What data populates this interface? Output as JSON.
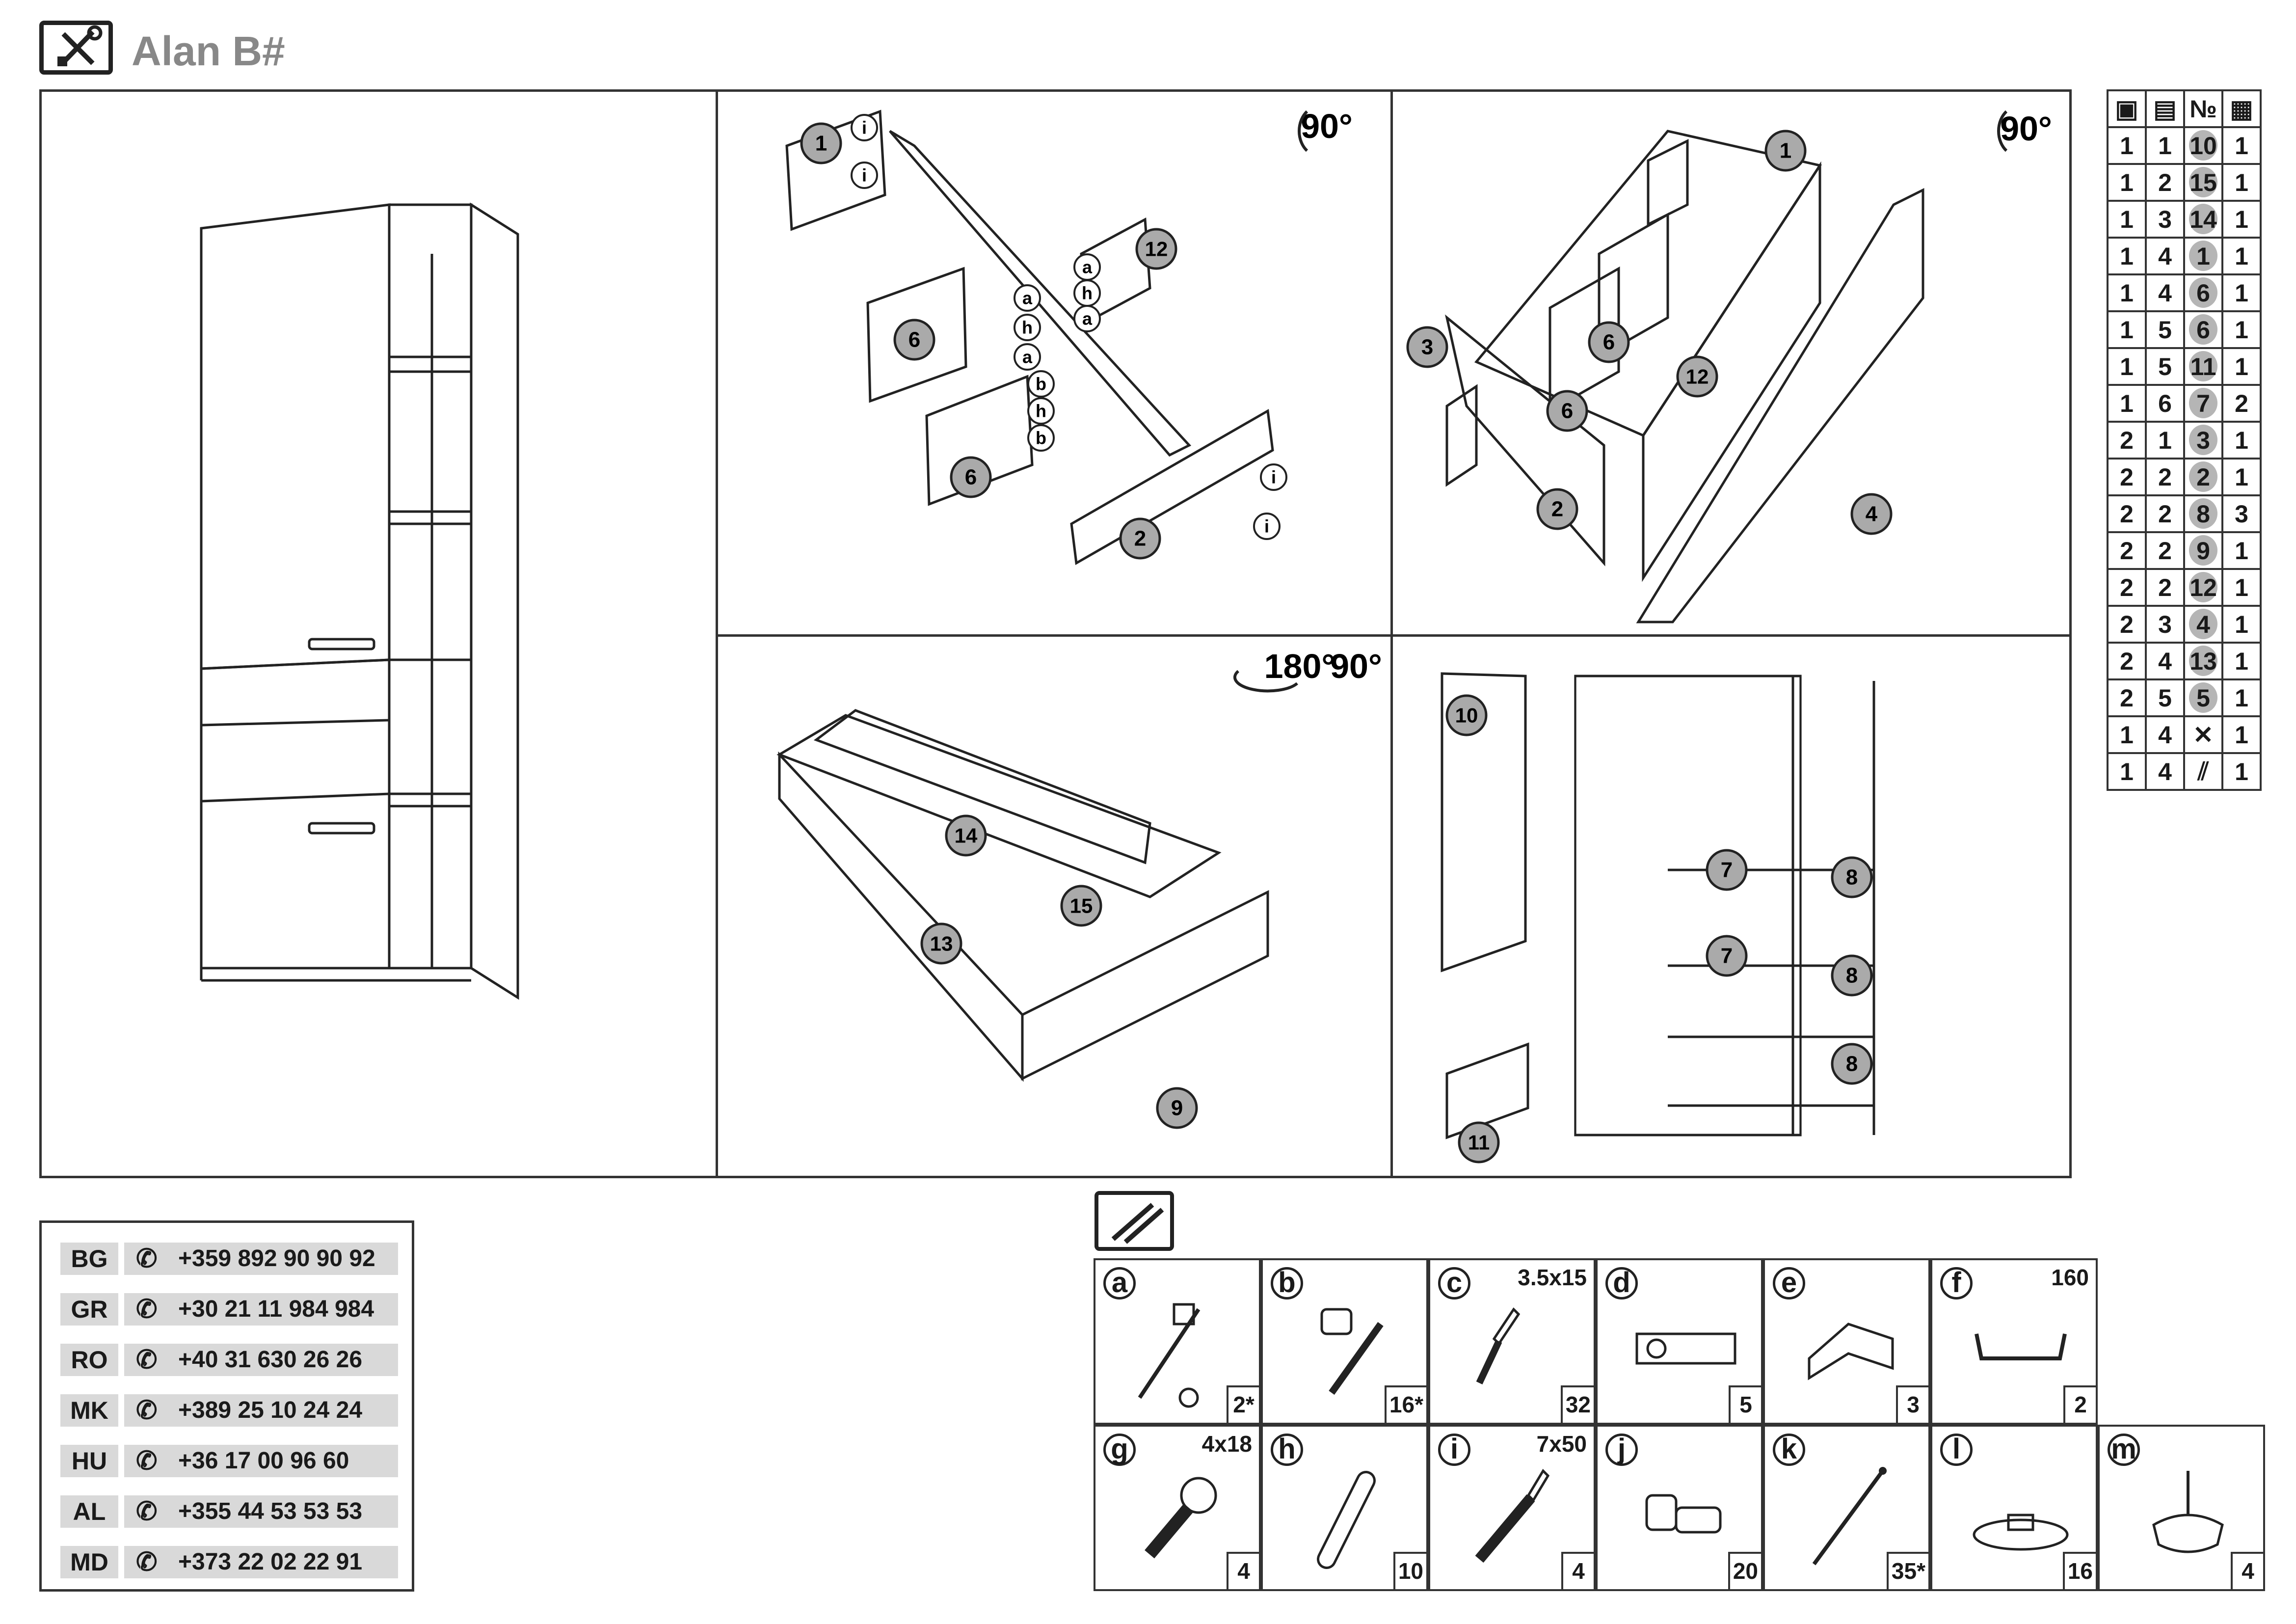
{
  "header": {
    "title": "Alan B#",
    "icon": "tools-icon"
  },
  "steps": {
    "step2": {
      "rotation": "90°"
    },
    "step3": {
      "rotation": "90°"
    },
    "step4": {
      "rotation1": "180°",
      "rotation2": "90°"
    }
  },
  "parts_table": {
    "header_icons": [
      "box-icon",
      "stack-icon",
      "number-sign",
      "grid-icon"
    ],
    "header_no": "№",
    "rows": [
      [
        "1",
        "1",
        "10",
        "1"
      ],
      [
        "1",
        "2",
        "15",
        "1"
      ],
      [
        "1",
        "3",
        "14",
        "1"
      ],
      [
        "1",
        "4",
        "1",
        "1"
      ],
      [
        "1",
        "4",
        "6",
        "1"
      ],
      [
        "1",
        "5",
        "6",
        "1"
      ],
      [
        "1",
        "5",
        "11",
        "1"
      ],
      [
        "1",
        "6",
        "7",
        "2"
      ],
      [
        "2",
        "1",
        "3",
        "1"
      ],
      [
        "2",
        "2",
        "2",
        "1"
      ],
      [
        "2",
        "2",
        "8",
        "3"
      ],
      [
        "2",
        "2",
        "9",
        "1"
      ],
      [
        "2",
        "2",
        "12",
        "1"
      ],
      [
        "2",
        "3",
        "4",
        "1"
      ],
      [
        "2",
        "4",
        "13",
        "1"
      ],
      [
        "2",
        "5",
        "5",
        "1"
      ],
      [
        "1",
        "4",
        "tools",
        "1"
      ],
      [
        "1",
        "4",
        "rails",
        "1"
      ]
    ]
  },
  "contacts": [
    {
      "code": "BG",
      "phone": "+359 892 90 90 92"
    },
    {
      "code": "GR",
      "phone": "+30 21 11 984 984"
    },
    {
      "code": "RO",
      "phone": "+40 31 630 26 26"
    },
    {
      "code": "MK",
      "phone": "+389 25 10 24 24"
    },
    {
      "code": "HU",
      "phone": "+36 17 00 96 60"
    },
    {
      "code": "AL",
      "phone": "+355 44 53 53 53"
    },
    {
      "code": "MD",
      "phone": "+373 22 02 22 91"
    }
  ],
  "hardware": [
    {
      "letter": "a",
      "size": "",
      "qty": "2*",
      "icon": "cam-connector-icon"
    },
    {
      "letter": "b",
      "size": "",
      "qty": "16*",
      "icon": "cam-lock-icon"
    },
    {
      "letter": "c",
      "size": "3.5x15",
      "qty": "32",
      "icon": "screw-icon"
    },
    {
      "letter": "d",
      "size": "",
      "qty": "5",
      "icon": "hinge-icon"
    },
    {
      "letter": "e",
      "size": "",
      "qty": "3",
      "icon": "bracket-icon"
    },
    {
      "letter": "f",
      "size": "160",
      "qty": "2",
      "icon": "handle-icon"
    },
    {
      "letter": "g",
      "size": "4x18",
      "qty": "4",
      "icon": "machine-screw-icon"
    },
    {
      "letter": "h",
      "size": "",
      "qty": "10",
      "icon": "dowel-icon"
    },
    {
      "letter": "i",
      "size": "7x50",
      "qty": "4",
      "icon": "long-screw-icon"
    },
    {
      "letter": "j",
      "size": "",
      "qty": "20",
      "icon": "shelf-pin-icon"
    },
    {
      "letter": "k",
      "size": "",
      "qty": "35*",
      "icon": "nail-icon"
    },
    {
      "letter": "l",
      "size": "",
      "qty": "16",
      "icon": "glide-icon"
    },
    {
      "letter": "m",
      "size": "",
      "qty": "4",
      "icon": "foot-glide-icon"
    }
  ]
}
